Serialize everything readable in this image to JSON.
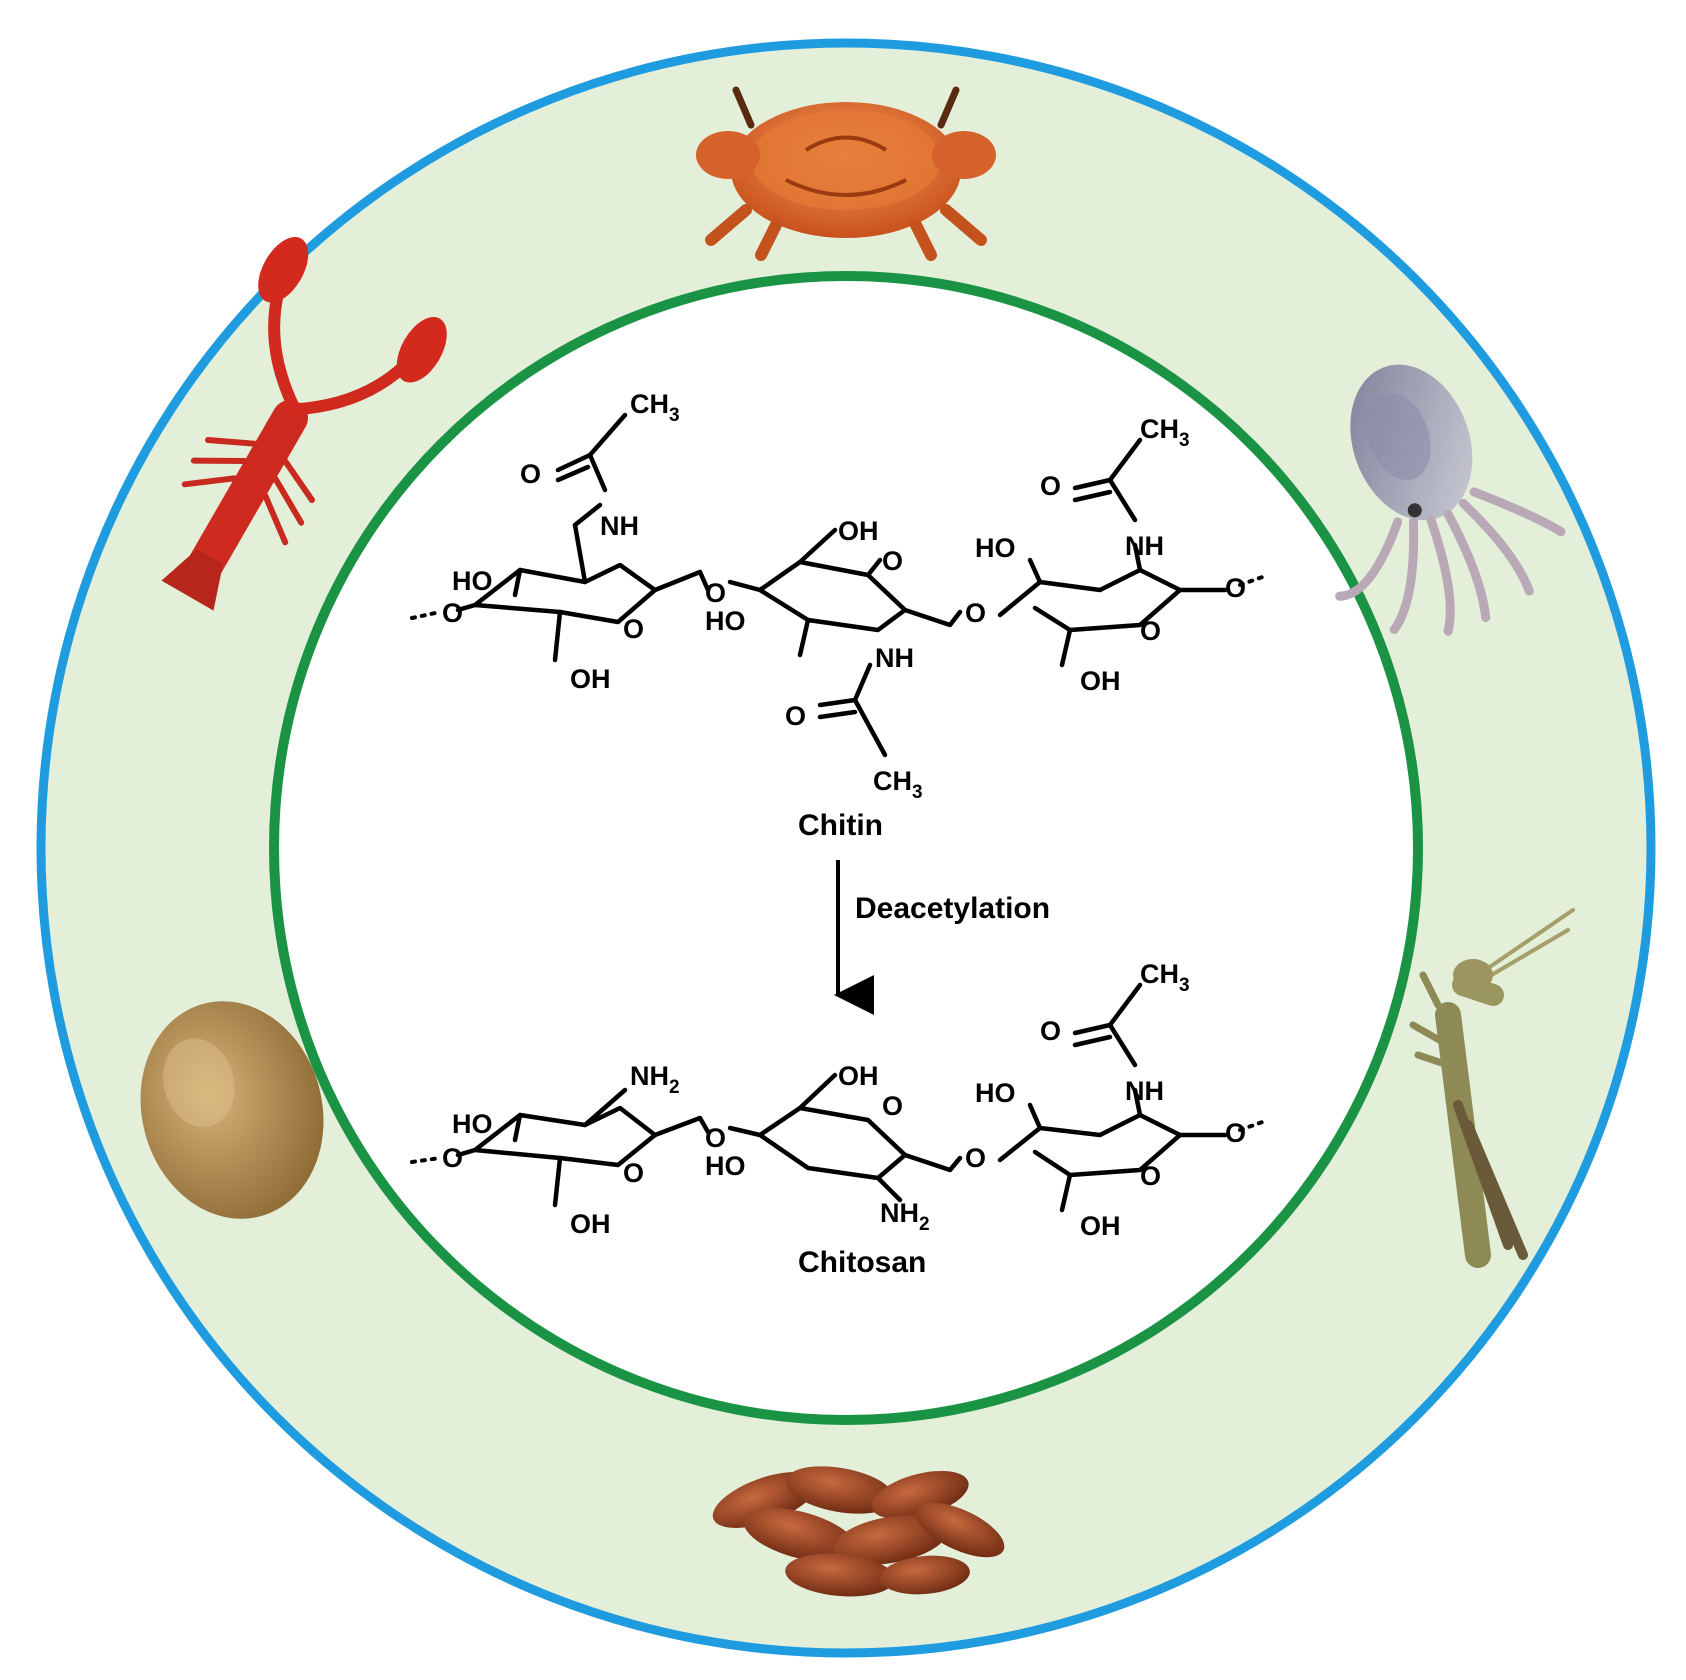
{
  "colors": {
    "outer_ring_stroke": "#1f9be0",
    "outer_ring_fill": "#e3efd9",
    "inner_ring_stroke": "#1a9344",
    "inner_fill": "#ffffff"
  },
  "sources": [
    {
      "name": "crab",
      "icon": "crab-icon"
    },
    {
      "name": "cuttlefish",
      "icon": "cuttlefish-icon"
    },
    {
      "name": "grasshopper",
      "icon": "grasshopper-icon"
    },
    {
      "name": "silkworm pupae",
      "icon": "silkworm-pupae-icon"
    },
    {
      "name": "kiwi fruit",
      "icon": "kiwi-icon"
    },
    {
      "name": "crayfish",
      "icon": "crayfish-icon"
    }
  ],
  "labels": {
    "chitin": "Chitin",
    "chitosan": "Chitosan",
    "reaction": "Deacetylation",
    "ch3": "CH",
    "ch3_sub": "3",
    "nh": "NH",
    "nh2": "NH",
    "nh2_sub": "2",
    "ho": "HO",
    "oh": "OH",
    "o": "O"
  }
}
